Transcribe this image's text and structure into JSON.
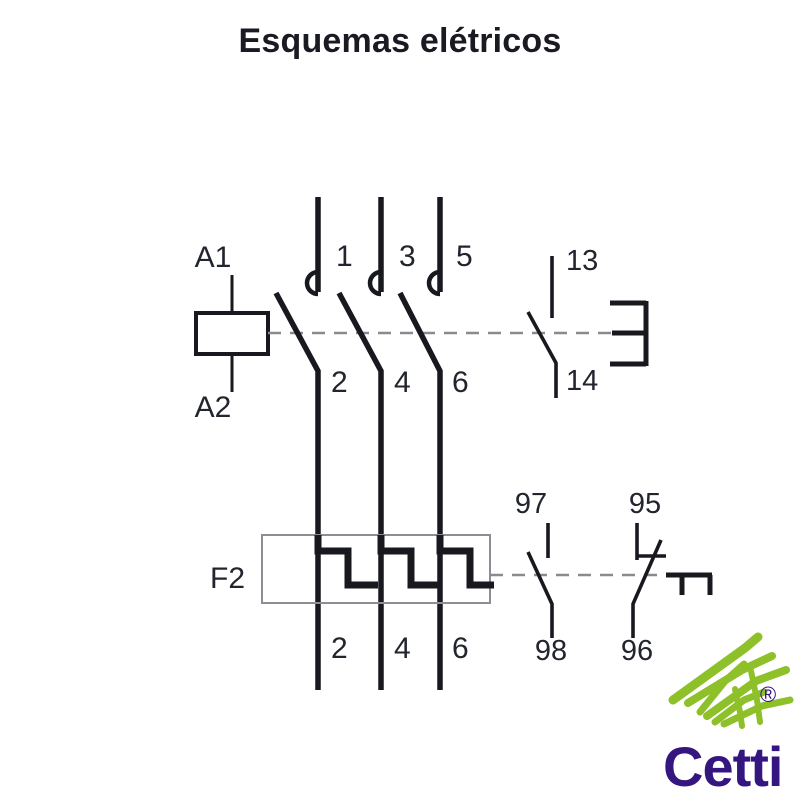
{
  "document": {
    "title": "Esquemas elétricos",
    "type": "electrical-schematic",
    "background_color": "#ffffff",
    "line_color": "#18181f",
    "text_color": "#22242e",
    "relay_body_color": "#8d8d95",
    "dashed_link_color": "#8a8a90"
  },
  "coil": {
    "terminal_top_label": "A1",
    "terminal_bottom_label": "A2",
    "name": "contactor-coil"
  },
  "main_contacts": {
    "name": "three-pole-main-contacts",
    "top_labels": [
      "1",
      "3",
      "5"
    ],
    "bottom_labels": [
      "2",
      "4",
      "6"
    ]
  },
  "auxiliary_contact": {
    "name": "auxiliary-no-contact",
    "top_label": "13",
    "bottom_label": "14",
    "contact_type": "NO"
  },
  "overload_relay": {
    "name": "thermal-overload-relay",
    "designation": "F2",
    "bottom_labels": [
      "2",
      "4",
      "6"
    ],
    "heater_count": 3
  },
  "overload_contacts": [
    {
      "name": "overload-no-contact",
      "top_label": "97",
      "bottom_label": "98",
      "contact_type": "NO"
    },
    {
      "name": "overload-nc-contact",
      "top_label": "95",
      "bottom_label": "96",
      "contact_type": "NC"
    }
  ],
  "logo": {
    "name": "cetti-logo",
    "wordmark": "Cetti",
    "registered_mark": "®",
    "wordmark_color": "#35157f",
    "stroke_color": "#8dc029"
  }
}
